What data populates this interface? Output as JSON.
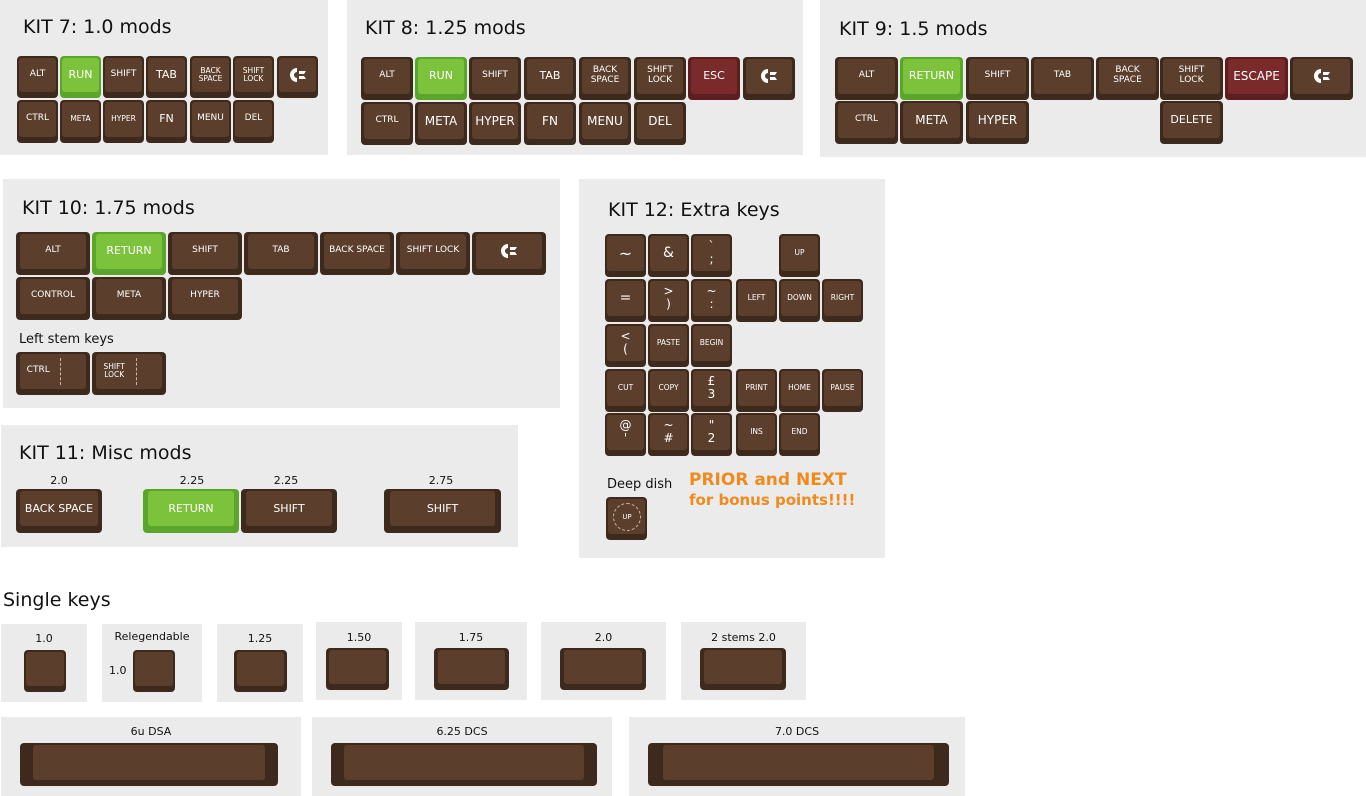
{
  "colors": {
    "panel": "#ebebeb",
    "key": "#3e2a1d",
    "key_top": "#5b3e2c",
    "green": "#7cc23a",
    "red": "#7a2a2b",
    "accent_text": "#f08a1c"
  },
  "kit7": {
    "title": "KIT 7: 1.0 mods",
    "row1": [
      "ALT",
      "RUN",
      "SHIFT",
      "TAB",
      "BACK\nSPACE",
      "SHIFT\nLOCK"
    ],
    "row2": [
      "CTRL",
      "META",
      "HYPER",
      "FN",
      "MENU",
      "DEL"
    ]
  },
  "kit8": {
    "title": "KIT 8: 1.25 mods",
    "row1": [
      "ALT",
      "RUN",
      "SHIFT",
      "TAB",
      "BACK\nSPACE",
      "SHIFT\nLOCK",
      "ESC"
    ],
    "row2": [
      "CTRL",
      "META",
      "HYPER",
      "FN",
      "MENU",
      "DEL"
    ]
  },
  "kit9": {
    "title": "KIT 9: 1.5 mods",
    "row1": [
      "ALT",
      "RETURN",
      "SHIFT",
      "TAB",
      "BACK\nSPACE",
      "SHIFT\nLOCK",
      "ESCAPE"
    ],
    "row2": [
      "CTRL",
      "META",
      "HYPER",
      "DELETE"
    ]
  },
  "kit10": {
    "title": "KIT 10: 1.75 mods",
    "row1": [
      "ALT",
      "RETURN",
      "SHIFT",
      "TAB",
      "BACK SPACE",
      "SHIFT LOCK"
    ],
    "row2": [
      "CONTROL",
      "META",
      "HYPER"
    ],
    "stem_title": "Left stem keys",
    "stem_keys": [
      "CTRL",
      "SHIFT\nLOCK"
    ]
  },
  "kit11": {
    "title": "KIT 11: Misc mods",
    "sizes": [
      "2.0",
      "2.25",
      "2.25",
      "2.75"
    ],
    "keys": [
      "BACK SPACE",
      "RETURN",
      "SHIFT",
      "SHIFT"
    ]
  },
  "kit12": {
    "title": "KIT 12: Extra keys",
    "symbols": [
      "~",
      "&",
      "`\n;",
      "=",
      ">\n)",
      "~\n:",
      "<\n(",
      "£\n3",
      "@\n'",
      "~\n#",
      "\"\n2"
    ],
    "nav": [
      "UP",
      "LEFT",
      "DOWN",
      "RIGHT",
      "PASTE",
      "BEGIN",
      "CUT",
      "COPY",
      "PRINT",
      "HOME",
      "PAUSE",
      "INS",
      "END"
    ],
    "deep_dish_label": "Deep dish",
    "deep_dish_key": "UP",
    "bonus_line1": "PRIOR and NEXT",
    "bonus_line2": "for bonus points!!!!"
  },
  "singles": {
    "title": "Single keys",
    "labels": [
      "1.0",
      "Relegendable",
      "1.0",
      "1.25",
      "1.50",
      "1.75",
      "2.0",
      "2 stems 2.0"
    ],
    "spaces": [
      "6u DSA",
      "6.25 DCS",
      "7.0 DCS"
    ]
  }
}
